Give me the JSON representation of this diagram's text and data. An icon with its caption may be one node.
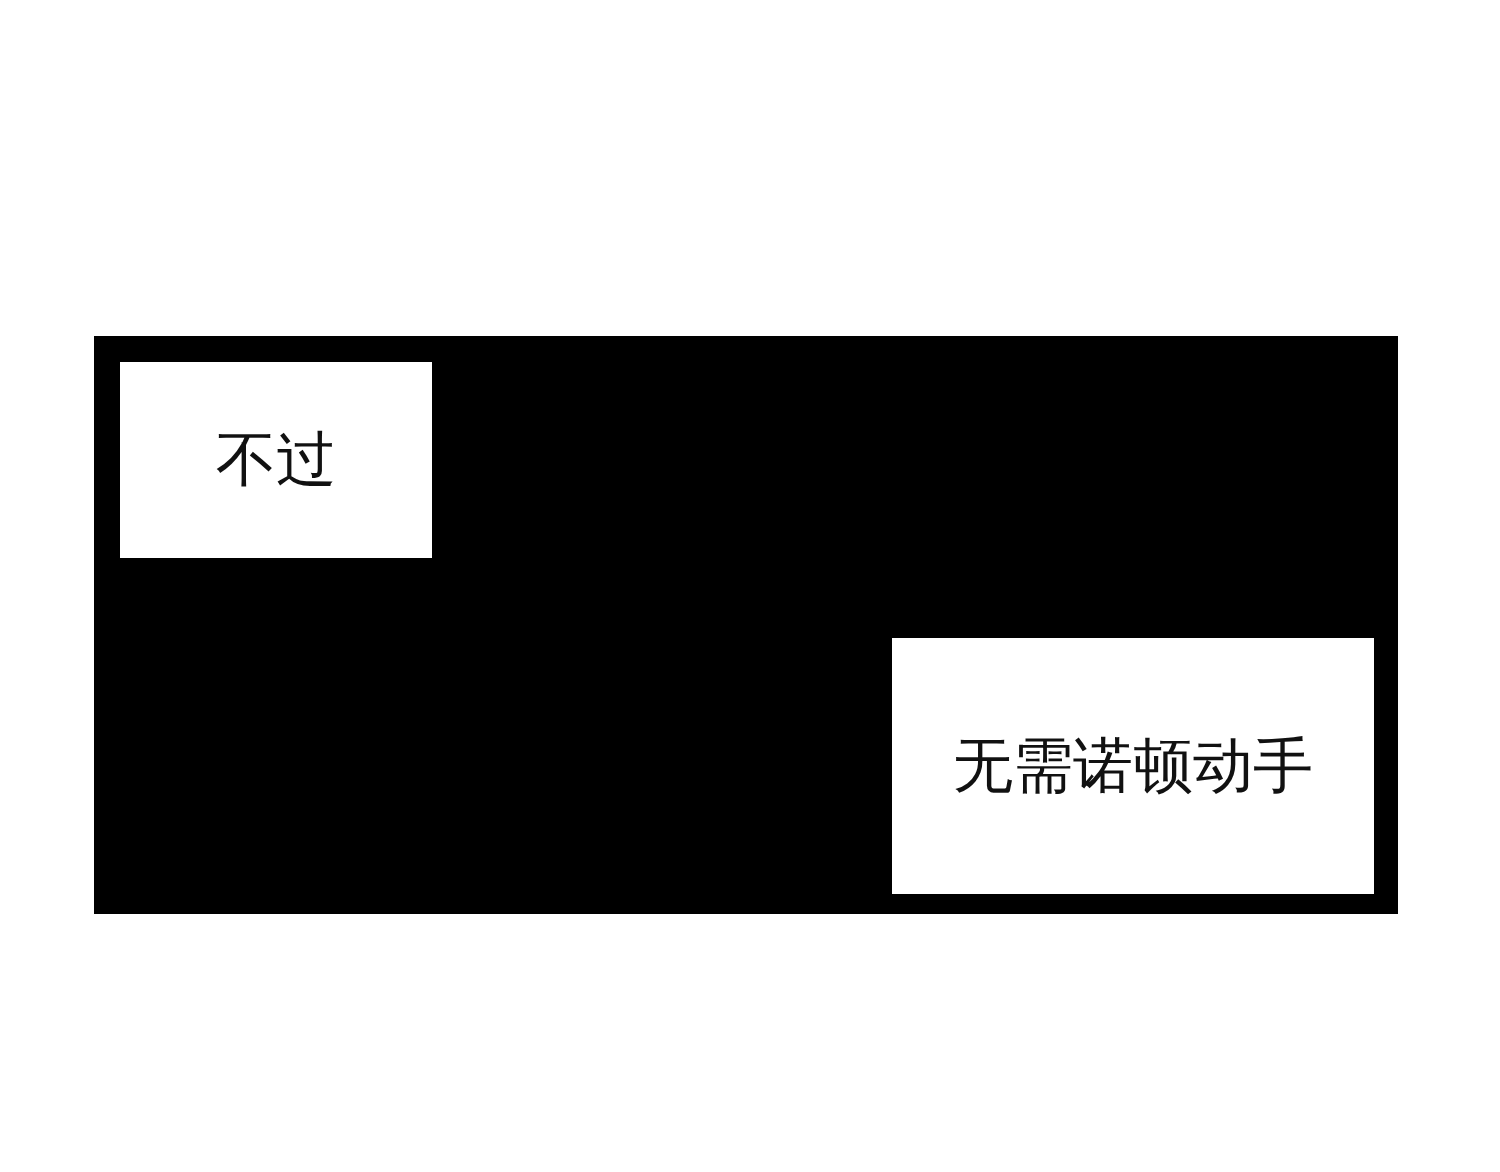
{
  "diagram": {
    "nodes": [
      {
        "text": [],
        "shape": "box"
      },
      {
        "text": [
          "不过"
        ],
        "in": 0
      },
      {
        "text": [
          "无需诺顿动手"
        ],
        "in": 0
      }
    ]
  }
}
